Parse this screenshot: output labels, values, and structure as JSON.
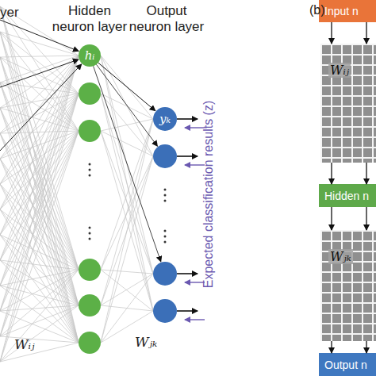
{
  "diagram": {
    "nodes": [
      {
        "text": [
          "hᵢ"
        ]
      },
      {
        "text": [
          "yₖ"
        ]
      },
      {
        "text": [
          "Input n"
        ]
      },
      {
        "text": [
          "Wᵢⱼ"
        ]
      },
      {
        "text": [
          "Hidden n"
        ]
      },
      {
        "text": [
          "Wⱼₖ"
        ]
      },
      {
        "text": [
          "Output n"
        ]
      }
    ],
    "edges": [
      {
        "from": 0,
        "to": 1,
        "arrow": "to"
      },
      {
        "from": 2,
        "to": 3,
        "arrow": "to"
      },
      {
        "from": 2,
        "to": 3,
        "arrow": "to"
      },
      {
        "from": 3,
        "to": 4,
        "arrow": "to"
      },
      {
        "from": 3,
        "to": 4,
        "arrow": "to"
      },
      {
        "from": 4,
        "to": 5,
        "arrow": "to"
      },
      {
        "from": 4,
        "to": 5,
        "arrow": "to"
      },
      {
        "from": 5,
        "to": 6,
        "arrow": "to"
      },
      {
        "from": 5,
        "to": 6,
        "arrow": "to"
      }
    ],
    "labels": [
      "yer",
      "Hidden neuron layer",
      "Output neuron layer",
      "Expected classification results (z)",
      "Wᵢⱼ",
      "Wⱼₖ",
      "(b)"
    ]
  }
}
